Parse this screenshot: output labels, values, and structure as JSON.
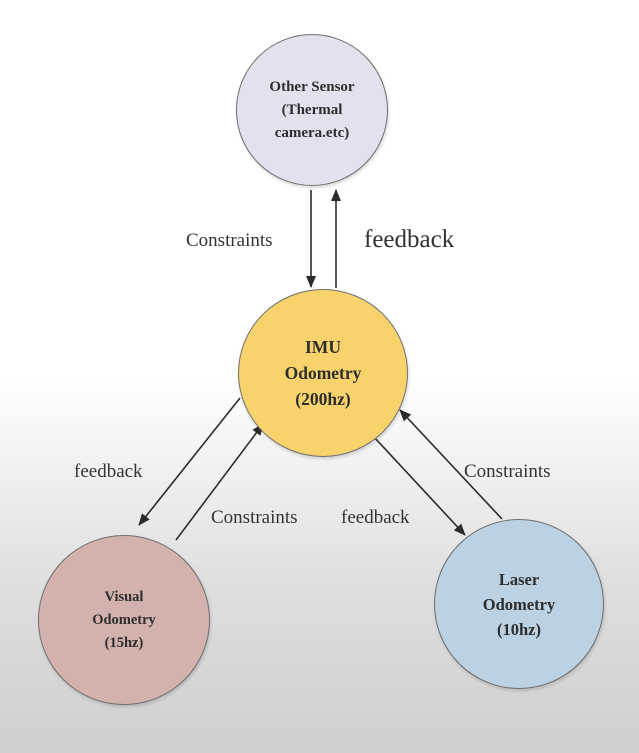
{
  "colors": {
    "other_sensor_fill": "#e3e1ee",
    "imu_fill": "#f8d36b",
    "visual_fill": "#d3b2ad",
    "laser_fill": "#bcd2e2",
    "arrow": "#2b2b2b"
  },
  "nodes": {
    "other_sensor": {
      "lines": [
        "Other Sensor",
        "(Thermal",
        "camera.etc)"
      ]
    },
    "imu": {
      "lines": [
        "IMU",
        "Odometry",
        "(200hz)"
      ]
    },
    "visual": {
      "lines": [
        "Visual",
        "Odometry",
        "(15hz)"
      ]
    },
    "laser": {
      "lines": [
        "Laser",
        "Odometry",
        "(10hz)"
      ]
    }
  },
  "edges": {
    "top_constraints": "Constraints",
    "top_feedback": "feedback",
    "left_feedback": "feedback",
    "left_constraints": "Constraints",
    "right_feedback": "feedback",
    "right_constraints": "Constraints"
  }
}
